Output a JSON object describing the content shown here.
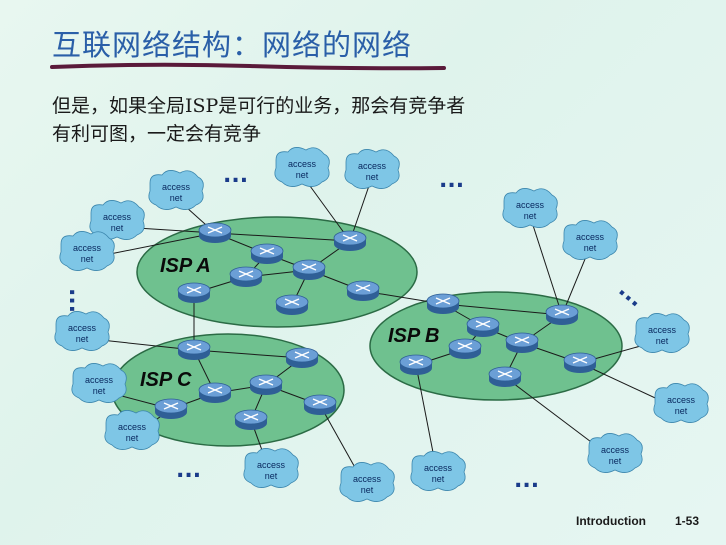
{
  "slide": {
    "title": "互联网络结构：网络的网络",
    "body_lines": [
      "但是，如果全局ISP是可行的业务，那会有竞争者",
      "有利可图，一定会有竞争"
    ],
    "footer_label": "Introduction",
    "footer_page": "1-53"
  },
  "diagram": {
    "isp_labels": [
      "ISP A",
      "ISP B",
      "ISP C"
    ],
    "access_line1": "access",
    "access_line2": "net",
    "ellipsis": "..."
  },
  "colors": {
    "title": "#2a5fa8",
    "isp_fill": "#6fc18f",
    "access_fill": "#7ec6e6",
    "router_fill": "#5b8fc6",
    "underline": "#5a1a3a"
  }
}
